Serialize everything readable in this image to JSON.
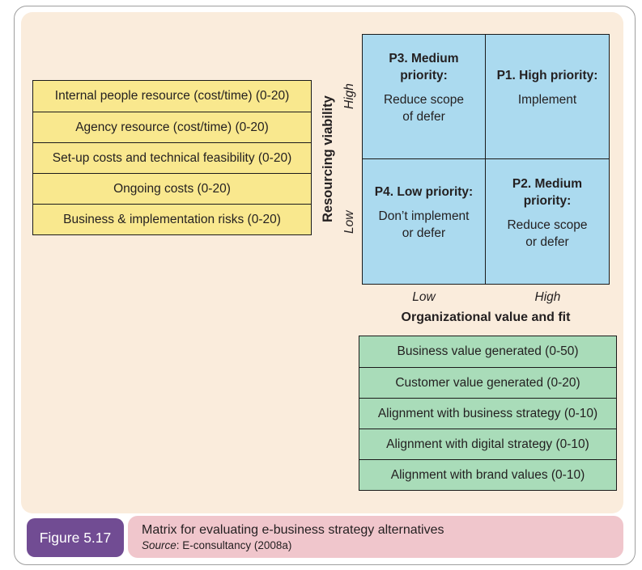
{
  "palette": {
    "panel_bg": "#FAECDC",
    "criteria_yellow": "#F9E88E",
    "matrix_blue": "#ABDAEF",
    "value_green": "#A9DCB9",
    "badge_purple": "#714C93",
    "caption_pink": "#F0C6CC",
    "line_black": "#1A1A1A"
  },
  "resourcing_criteria": {
    "items": [
      "Internal people resource (cost/time) (0-20)",
      "Agency resource (cost/time) (0-20)",
      "Set-up costs and technical feasibility (0-20)",
      "Ongoing costs (0-20)",
      "Business & implementation risks (0-20)"
    ]
  },
  "matrix": {
    "y_axis": {
      "title": "Resourcing viability",
      "high": "High",
      "low": "Low"
    },
    "x_axis": {
      "low": "Low",
      "high": "High",
      "title": "Organizational value and fit"
    },
    "p3": {
      "heading": "P3. Medium\npriority:",
      "body": "Reduce scope\nof defer"
    },
    "p1": {
      "heading": "P1. High priority:",
      "body": "Implement"
    },
    "p4": {
      "heading": "P4. Low priority:",
      "body": "Don’t implement\nor defer"
    },
    "p2": {
      "heading": "P2. Medium\npriority:",
      "body": "Reduce scope\nor defer"
    }
  },
  "value_criteria": {
    "items": [
      "Business value generated (0-50)",
      "Customer value generated (0-20)",
      "Alignment with business strategy (0-10)",
      "Alignment with digital strategy (0-10)",
      "Alignment with brand values (0-10)"
    ]
  },
  "caption": {
    "badge": "Figure 5.17",
    "title": "Matrix for evaluating e-business strategy alternatives",
    "source_label": "Source",
    "source_text": ": E-consultancy (2008a)"
  }
}
